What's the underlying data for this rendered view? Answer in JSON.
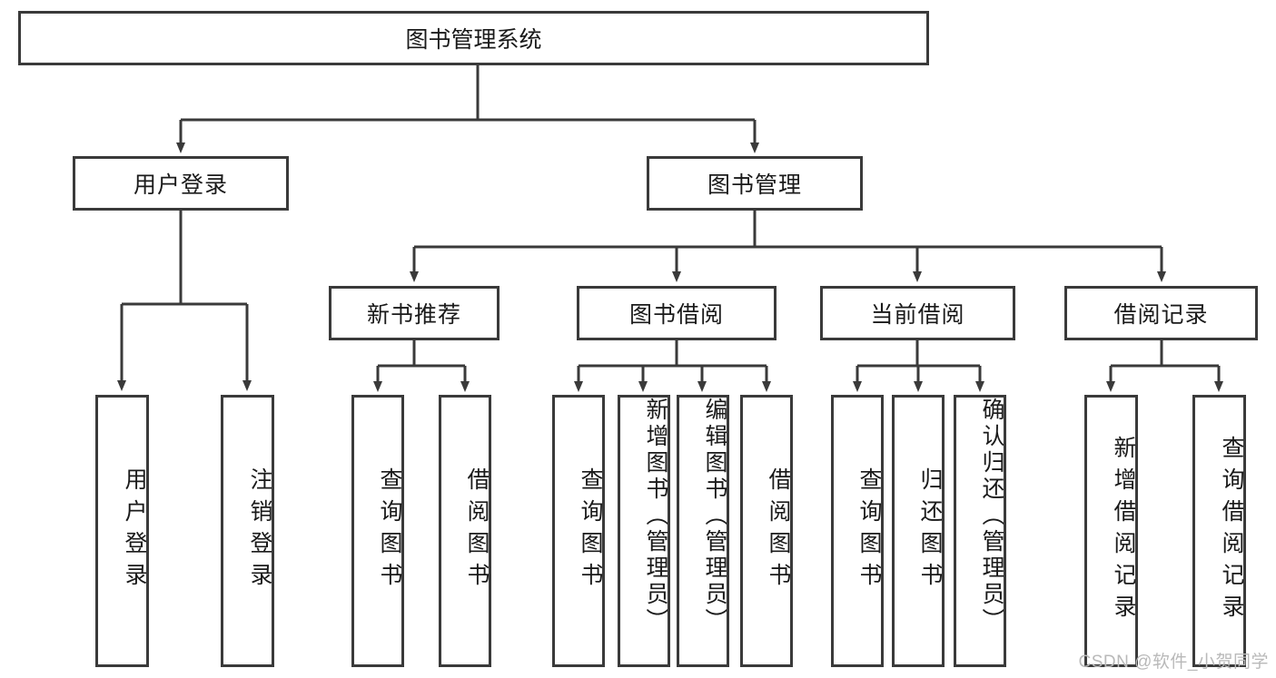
{
  "diagram": {
    "title": "图书管理系统",
    "type": "tree",
    "colors": {
      "stroke": "#3a3a3a",
      "fill": "#ffffff",
      "text": "#1a1a1a",
      "watermark": "#b9b9b9"
    },
    "root": {
      "label": "图书管理系统"
    },
    "level1": [
      {
        "label": "用户登录"
      },
      {
        "label": "图书管理"
      }
    ],
    "level2": [
      {
        "label": "新书推荐"
      },
      {
        "label": "图书借阅"
      },
      {
        "label": "当前借阅"
      },
      {
        "label": "借阅记录"
      }
    ],
    "leaves": {
      "user_login": [
        {
          "label": "用户登录"
        },
        {
          "label": "注销登录"
        }
      ],
      "new_book_recommend": [
        {
          "label": "查询图书"
        },
        {
          "label": "借阅图书"
        }
      ],
      "book_borrow": [
        {
          "label": "查询图书"
        },
        {
          "label": "新增图书（管理员）"
        },
        {
          "label": "编辑图书（管理员）"
        },
        {
          "label": "借阅图书"
        }
      ],
      "current_borrow": [
        {
          "label": "查询图书"
        },
        {
          "label": "归还图书"
        },
        {
          "label": "确认归还（管理员）"
        }
      ],
      "borrow_record": [
        {
          "label": "新增借阅记录"
        },
        {
          "label": "查询借阅记录"
        }
      ]
    }
  },
  "watermark": {
    "text": "CSDN @软件_小贺同学"
  }
}
